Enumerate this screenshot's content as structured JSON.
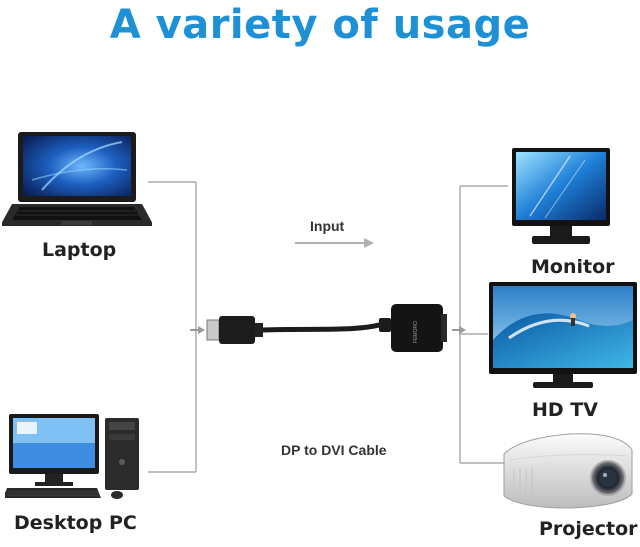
{
  "title": "A variety of usage",
  "labels": {
    "laptop": "Laptop",
    "desktop_pc": "Desktop PC",
    "monitor": "Monitor",
    "hd_tv": "HD TV",
    "projector": "Projector",
    "input": "Input",
    "cable": "DP to DVI Cable",
    "adapter_brand": "FEMORO"
  },
  "colors": {
    "title": "#1e90d6",
    "connector_lines": "#9a9a9a",
    "label_text": "#222222"
  },
  "icons": [
    "laptop-icon",
    "desktop-pc-icon",
    "monitor-icon",
    "hd-tv-icon",
    "projector-icon",
    "adapter-cable-icon",
    "arrow-right-icon"
  ]
}
